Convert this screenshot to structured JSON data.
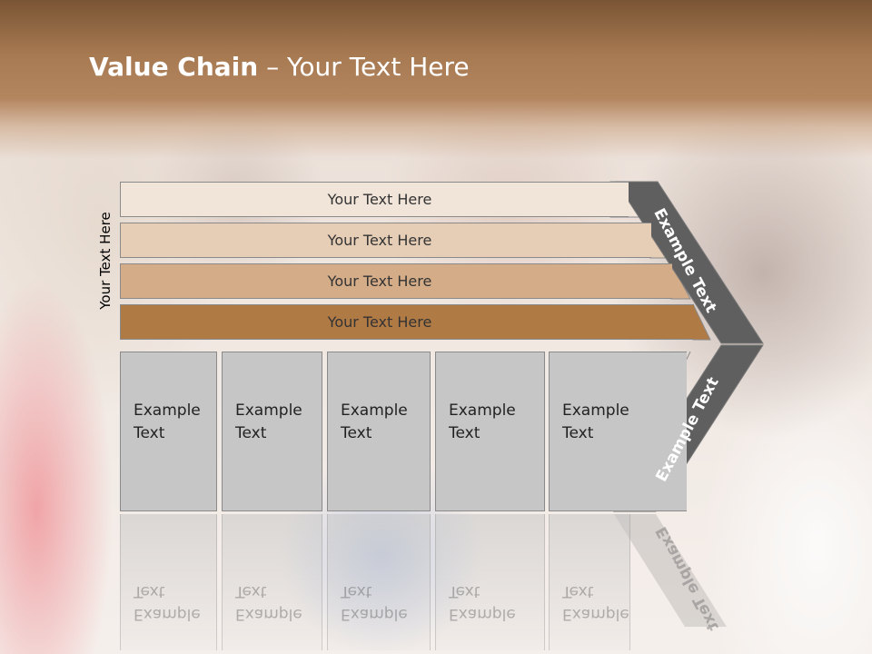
{
  "slide": {
    "title_bold": "Value Chain",
    "title_rest": " – Your Text Here",
    "vertical_label": "Your Text Here",
    "bands": [
      {
        "label": "Your Text Here",
        "color": "#f1e4d8"
      },
      {
        "label": "Your Text Here",
        "color": "#e6cdb5"
      },
      {
        "label": "Your Text Here",
        "color": "#d4ac88"
      },
      {
        "label": "Your Text Here",
        "color": "#b07a45"
      }
    ],
    "boxes": [
      {
        "text": "Example\nText"
      },
      {
        "text": "Example\nText"
      },
      {
        "text": "Example\nText"
      },
      {
        "text": "Example\nText"
      },
      {
        "text": "Example\nText"
      }
    ],
    "chevron_top_text": "Example Text",
    "chevron_bottom_text": "Example Text",
    "colors": {
      "header": "#a87a52",
      "chevron": "#5f5f5f",
      "box": "#c6c6c6"
    }
  }
}
